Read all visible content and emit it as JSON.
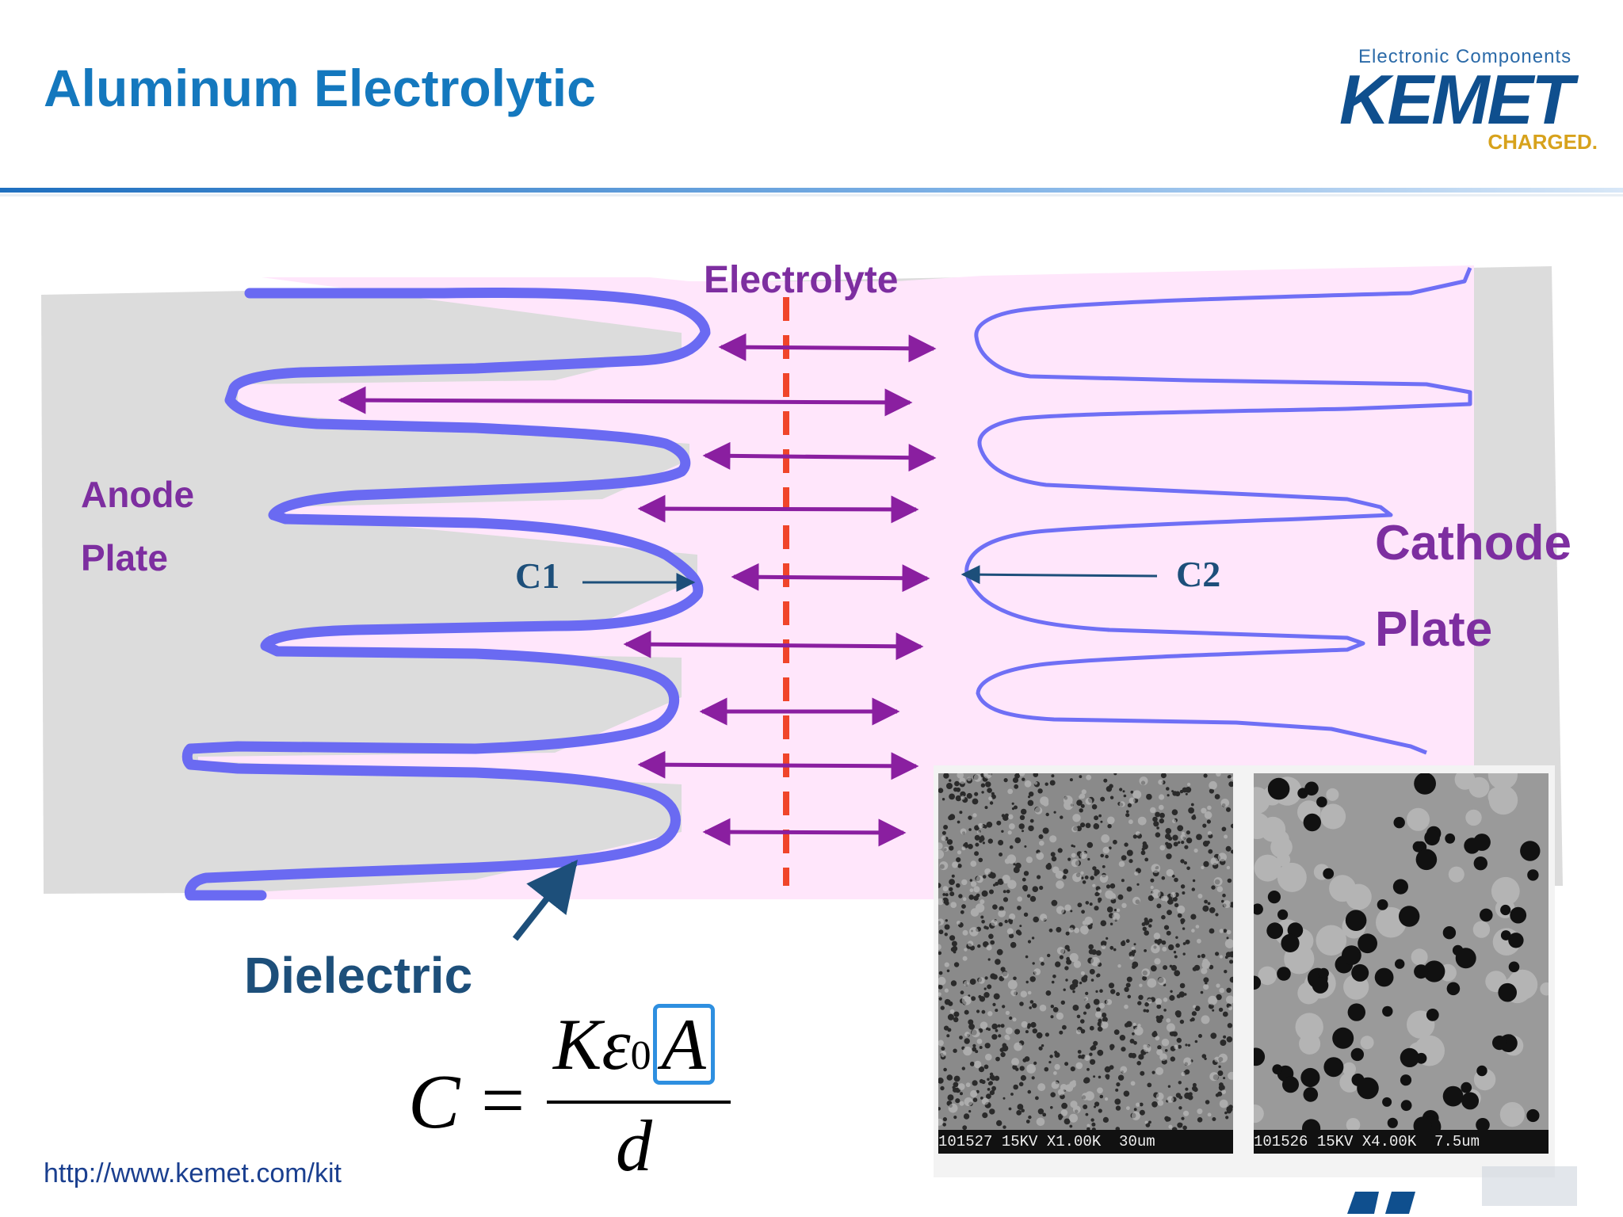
{
  "header": {
    "title": "Aluminum Electrolytic",
    "logo": {
      "tagline": "Electronic Components",
      "brand": "KEMET",
      "slogan": "CHARGED."
    }
  },
  "diagram": {
    "labels": {
      "electrolyte": "Electrolyte",
      "anode_line1": "Anode",
      "anode_line2": "Plate",
      "cathode_line1": "Cathode",
      "cathode_line2": "Plate",
      "c1": "C1",
      "c2": "C2",
      "dielectric": "Dielectric"
    },
    "colors": {
      "background_gray": "#dcdcdc",
      "electrolyte_pink": "#ffe6fb",
      "anode_outline": "#6a6af2",
      "cathode_outline": "#6f6ff5",
      "arrow_purple": "#8a1fa0",
      "divider_red": "#f0452a",
      "label_purple": "#7d2ea0",
      "label_navy": "#1d4f7a"
    }
  },
  "formula": {
    "lhs": "C",
    "equals": "=",
    "numerator_k": "Kε",
    "numerator_sub": "0",
    "numerator_a": "A",
    "denominator": "d"
  },
  "micrographs": [
    {
      "caption": "101527 15KV X1.00K  30um"
    },
    {
      "caption": "101526 15KV X4.00K  7.5um"
    }
  ],
  "footer": {
    "url": "http://www.kemet.com/kit"
  }
}
